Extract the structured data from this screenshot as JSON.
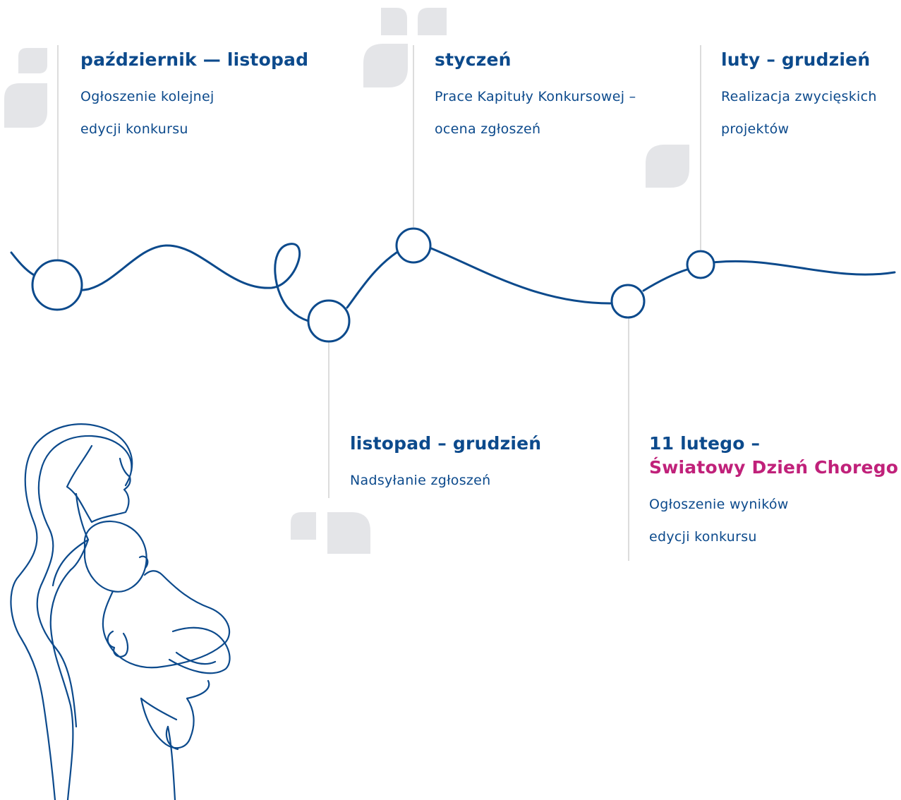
{
  "colors": {
    "primary": "#0c4a8c",
    "accent": "#c0217a",
    "leaf": "#e4e5e8",
    "divider": "#dcdcdc"
  },
  "timeline": [
    {
      "title": "październik — listopad",
      "lines": [
        "Ogłoszenie kolejnej",
        "edycji konkursu"
      ]
    },
    {
      "title": "listopad – grudzień",
      "lines": [
        "Nadsyłanie zgłoszeń"
      ]
    },
    {
      "title": "styczeń",
      "lines": [
        "Prace Kapituły Konkursowej –",
        "ocena zgłoszeń"
      ]
    },
    {
      "title": "11 lutego –",
      "highlight": "Światowy Dzień Chorego",
      "lines": [
        "Ogłoszenie wyników",
        "edycji konkursu"
      ]
    },
    {
      "title": "luty – grudzień",
      "lines": [
        "Realizacja zwycięskich",
        "projektów"
      ]
    }
  ]
}
